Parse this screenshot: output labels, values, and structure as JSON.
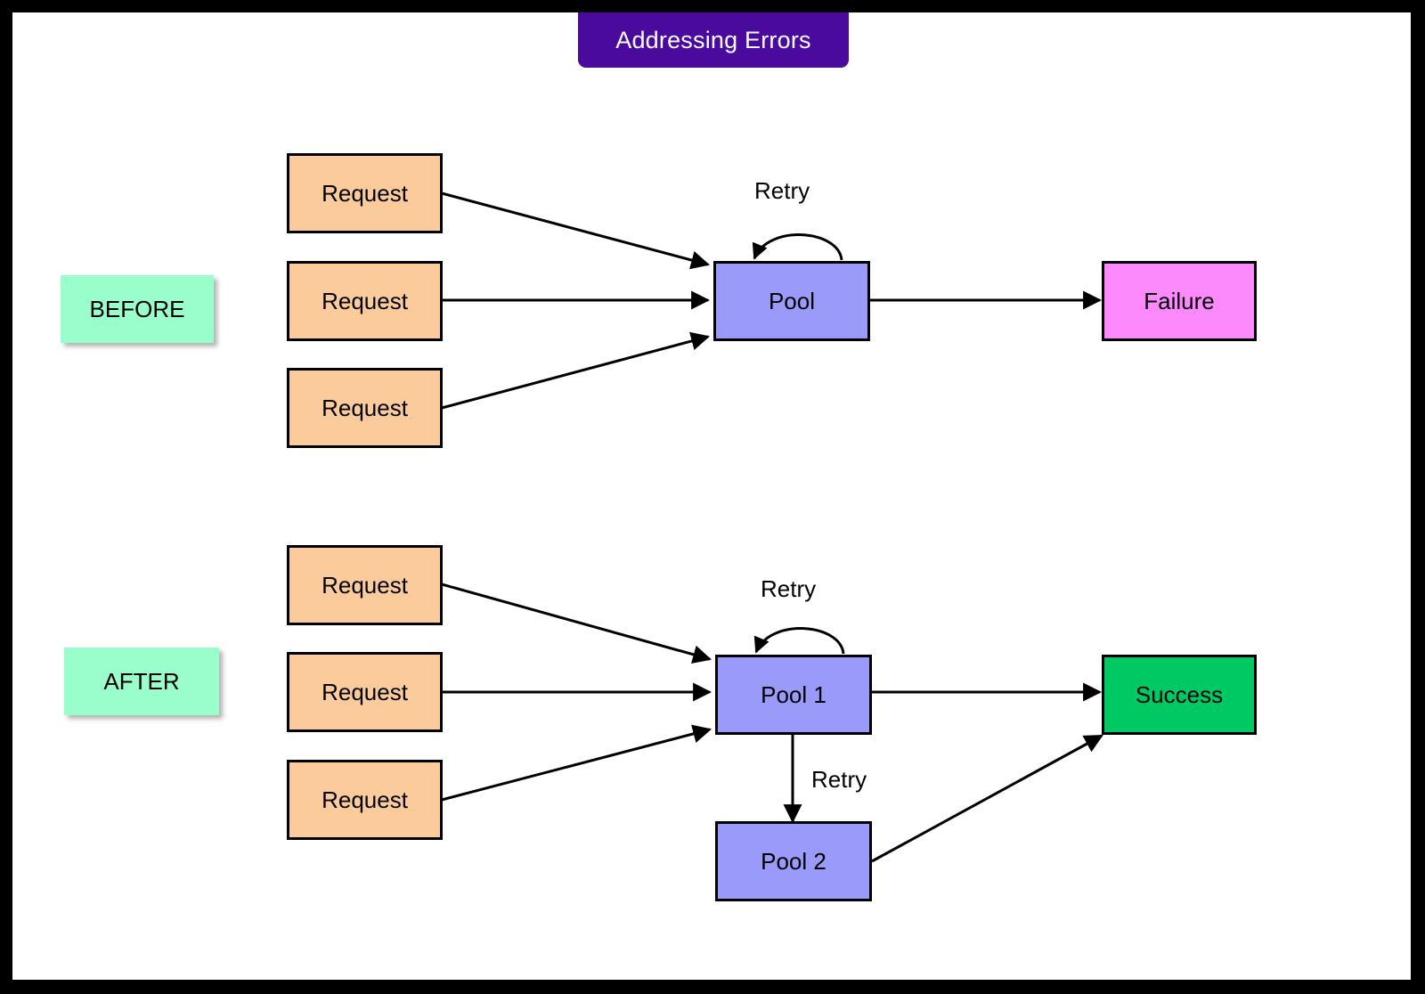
{
  "page": {
    "background": "#000000",
    "canvas_background": "#ffffff"
  },
  "title": {
    "text": "Addressing Errors",
    "background": "#4B0A9E",
    "color": "#ffffff"
  },
  "palette": {
    "request": "#FCCB9B",
    "pool": "#9A9AFB",
    "failure": "#FD8AFD",
    "success": "#00C963",
    "phase_label": "#99FECB",
    "stroke": "#000000"
  },
  "sections": {
    "before": {
      "label": "BEFORE",
      "requests": [
        {
          "label": "Request"
        },
        {
          "label": "Request"
        },
        {
          "label": "Request"
        }
      ],
      "pool": {
        "label": "Pool"
      },
      "outcome": {
        "label": "Failure"
      },
      "retry_label": "Retry"
    },
    "after": {
      "label": "AFTER",
      "requests": [
        {
          "label": "Request"
        },
        {
          "label": "Request"
        },
        {
          "label": "Request"
        }
      ],
      "pool1": {
        "label": "Pool 1"
      },
      "pool2": {
        "label": "Pool 2"
      },
      "outcome": {
        "label": "Success"
      },
      "retry_self_label": "Retry",
      "retry_fallback_label": "Retry"
    }
  }
}
